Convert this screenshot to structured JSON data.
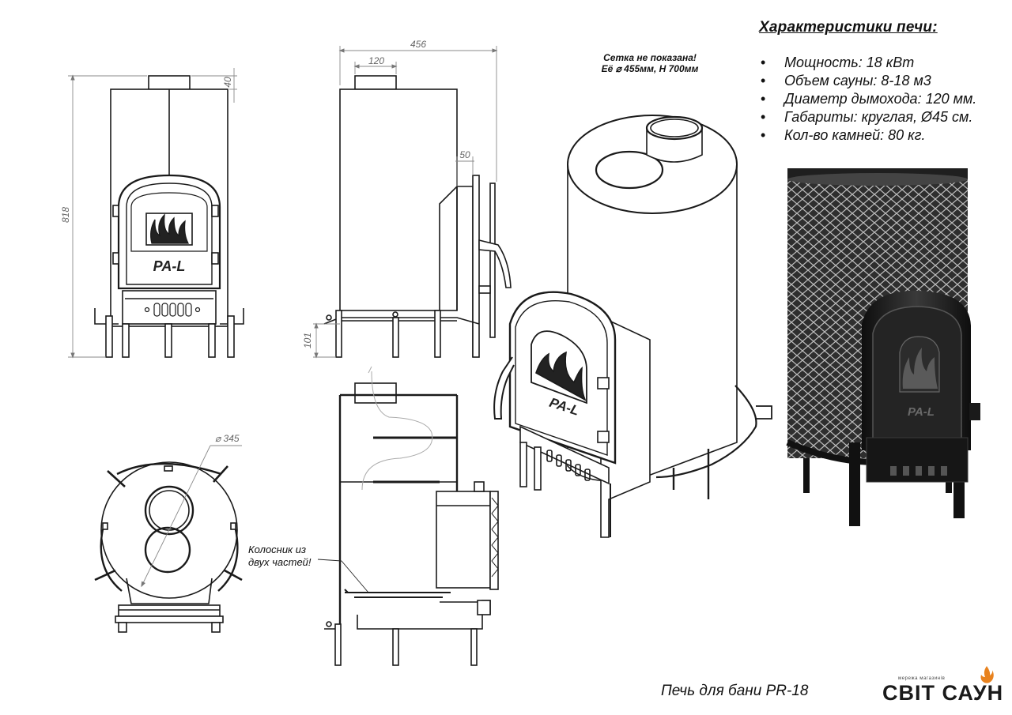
{
  "specs": {
    "title": "Характеристики печи:",
    "bullet": "•",
    "items": [
      "Мощность: 18 кВт",
      "Объем сауны: 8-18 м3",
      "Диаметр дымохода: 120 мм.",
      "Габариты: круглая, Ø45 см.",
      "Кол-во камней: 80 кг."
    ]
  },
  "mesh_note": {
    "line1": "Сетка не показана!",
    "line2": "Её ⌀ 455мм, Н 700мм"
  },
  "dimensions": {
    "height": "818",
    "flue_height": "40",
    "width": "456",
    "flue_width": "120",
    "door_offset": "50",
    "leg_height": "101",
    "diameter": "⌀ 345"
  },
  "door_logo": "PA-L",
  "vent_count": 5,
  "grate_note": {
    "line1": "Колосник из",
    "line2": "двух частей!"
  },
  "footer_title": "Печь для бани PR-18",
  "logo": {
    "tagline": "мережа магазинів",
    "brand": "СВІТ САУН",
    "accent_color": "#e8821e"
  },
  "colors": {
    "line": "#1a1a1a",
    "dimension": "#8a8a8a",
    "metal_dark": "#1b1b1b"
  }
}
